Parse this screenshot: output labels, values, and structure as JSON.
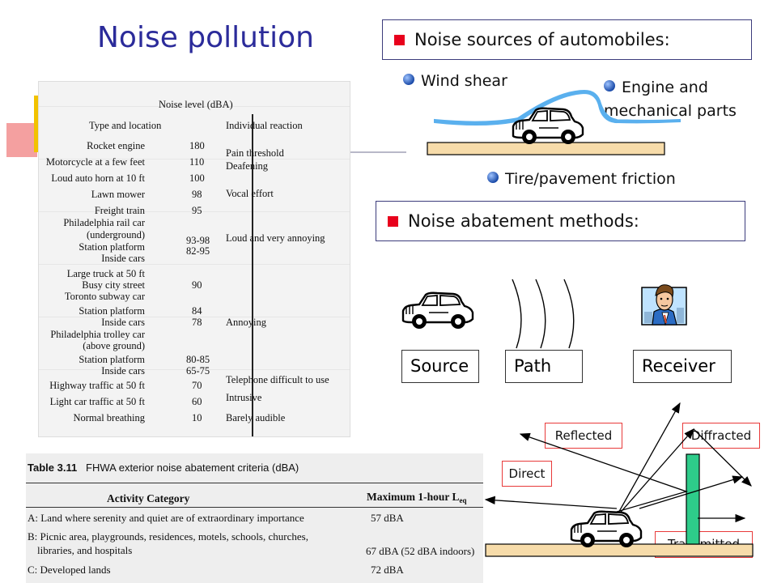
{
  "slide": {
    "title": "Noise pollution"
  },
  "table1": {
    "col_header_level": "Noise level (dBA)",
    "col_header_type": "Type and location",
    "col_header_reaction": "Individual reaction",
    "rows": [
      {
        "type": "Rocket engine",
        "level": "180"
      },
      {
        "type": "Motorcycle at a few feet",
        "level": "110"
      },
      {
        "type": "Loud auto horn at 10 ft",
        "level": "100"
      },
      {
        "type": "Lawn mower",
        "level": "98"
      },
      {
        "type": "Freight train",
        "level": "95"
      },
      {
        "type": "Philadelphia rail car",
        "level": ""
      },
      {
        "type": "(underground)",
        "level": "93-98"
      },
      {
        "type": "Station platform",
        "level": "82-95"
      },
      {
        "type": "Inside cars",
        "level": ""
      },
      {
        "type": "Large truck at 50 ft",
        "level": ""
      },
      {
        "type": "Busy city street",
        "level": "90"
      },
      {
        "type": "Toronto subway car",
        "level": ""
      },
      {
        "type": "Station platform",
        "level": "84"
      },
      {
        "type": "Inside cars",
        "level": "78"
      },
      {
        "type": "Philadelphia trolley car",
        "level": ""
      },
      {
        "type": "(above ground)",
        "level": ""
      },
      {
        "type": "Station platform",
        "level": "80-85"
      },
      {
        "type": "Inside cars",
        "level": "65-75"
      },
      {
        "type": "Highway traffic at 50 ft",
        "level": "70"
      },
      {
        "type": "Light car traffic at 50 ft",
        "level": "60"
      },
      {
        "type": "Normal breathing",
        "level": "10"
      }
    ],
    "reactions": [
      "Pain threshold",
      "Deafening",
      "Vocal effort",
      "Loud and very annoying",
      "Annoying",
      "Telephone difficult to use",
      "Intrusive",
      "Barely audible"
    ]
  },
  "table2": {
    "label": "Table 3.11",
    "caption": "FHWA exterior noise abatement criteria (dBA)",
    "head_category": "Activity Category",
    "head_max": "Maximum 1-hour L",
    "head_max_sub": "eq",
    "rows": [
      {
        "category": "A: Land where serenity and quiet are of extraordinary importance",
        "value": "57 dBA"
      },
      {
        "category": "B: Picnic area, playgrounds, residences, motels, schools, churches,",
        "value": ""
      },
      {
        "category": "libraries, and hospitals",
        "value": "67 dBA (52 dBA indoors)"
      },
      {
        "category": "C: Developed lands",
        "value": "72 dBA"
      }
    ]
  },
  "sources": {
    "heading": "Noise sources of automobiles:",
    "items": {
      "wind": "Wind shear",
      "engine_line1": "Engine and",
      "engine_line2": "mechanical parts",
      "tire": "Tire/pavement friction"
    }
  },
  "abatement": {
    "heading": "Noise abatement methods:",
    "source": "Source",
    "path": "Path",
    "receiver": "Receiver"
  },
  "barrier_diagram": {
    "reflected": "Reflected",
    "diffracted": "Diffracted",
    "direct": "Direct",
    "transmitted": "Transmitted"
  },
  "colors": {
    "title": "#2b2b9a",
    "bullet_square": "#e8001c",
    "label_border": "#e83a3a",
    "barrier": "#2ecc8a",
    "wind_curve": "#5ab0ee"
  }
}
